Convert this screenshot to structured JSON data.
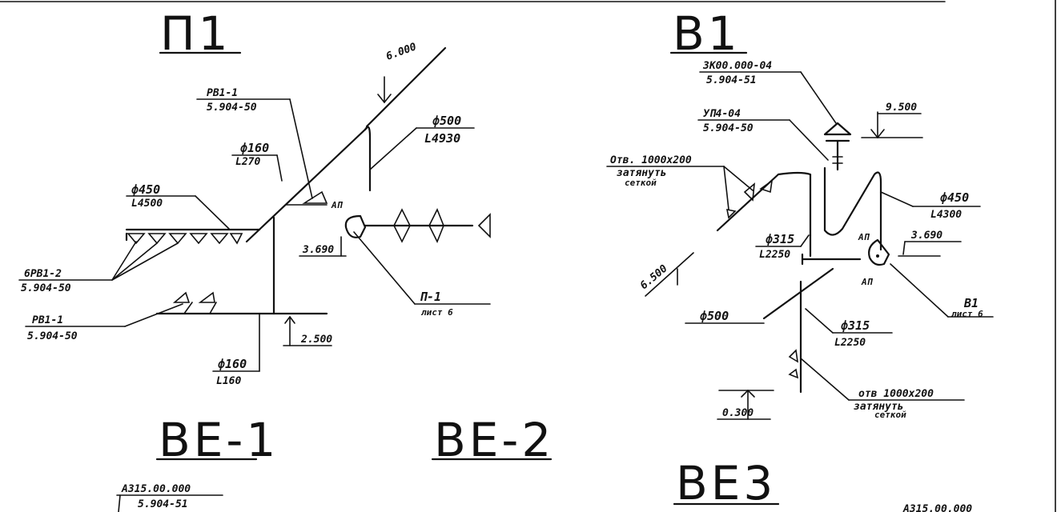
{
  "titles": {
    "p1": "П1",
    "b1": "В1",
    "be1": "ВЕ-1",
    "be2": "ВЕ-2",
    "be3": "ВЕ3"
  },
  "p1": {
    "elev_top": "6.000",
    "rv_top": "РВ1-1",
    "rv_top_ref": "5.904-50",
    "d160_a": "ф160",
    "l270": "L270",
    "d500": "ф500",
    "l4930": "L4930",
    "d450": "ф450",
    "l4500": "L4500",
    "ap": "АП",
    "elev_mid": "3.690",
    "rv_grp": "6РВ1-2",
    "rv_grp_ref": "5.904-50",
    "rv_low": "РВ1-1",
    "rv_low_ref": "5.904-50",
    "elev_low": "2.500",
    "d160_b": "ф160",
    "l160": "L160",
    "p1_ref": "П-1",
    "p1_sheet": "лист 6"
  },
  "b1": {
    "zont": "3К00.000-04",
    "zont_ref": "5.904-51",
    "up": "УП4-04",
    "up_ref": "5.904-50",
    "elev_top": "9.500",
    "otv1": "Отв. 1000х200",
    "otv1_b": "затянуть",
    "otv1_c": "сеткой",
    "d450": "ф450",
    "l4300": "L4300",
    "d315_a": "ф315",
    "l2250_a": "L2250",
    "ap_a": "АП",
    "elev_mid": "3.690",
    "ap_b": "АП",
    "elev_left": "6.500",
    "b1_ref": "В1",
    "b1_sheet": "лист 6",
    "d500": "ф500",
    "d315_b": "ф315",
    "l2250_b": "L2250",
    "otv2": "отв 1000х200",
    "otv2_b": "затянуть",
    "otv2_c": "сеткой",
    "elev_low": "0.300"
  },
  "be1": {
    "ref": "А315.00.000",
    "ref2": "5.904-51"
  },
  "be3": {
    "ref": "А315.00.000"
  }
}
